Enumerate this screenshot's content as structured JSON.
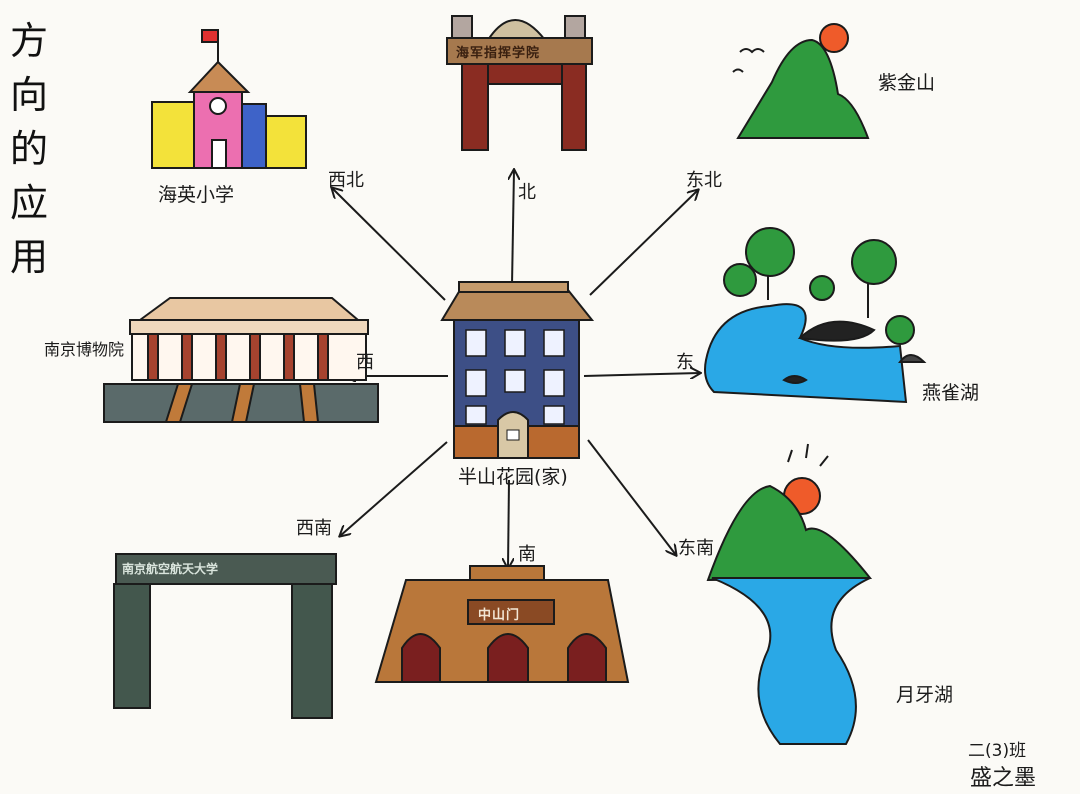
{
  "title": "方向的应用",
  "center": {
    "label": "半山花园(家)"
  },
  "directions": {
    "north": "北",
    "south": "南",
    "east": "东",
    "west": "西",
    "northeast": "东北",
    "northwest": "西北",
    "southeast": "东南",
    "southwest": "西南"
  },
  "places": {
    "north": "",
    "northeast": "紫金山",
    "northwest": "海英小学",
    "east": "燕雀湖",
    "west": "南京博物院",
    "southeast": "月牙湖",
    "south": "",
    "southwest": ""
  },
  "signs": {
    "north_gate": "海军指挥学院",
    "south_gate": "中山门",
    "southwest_gate": "南京航空航天大学"
  },
  "credit": {
    "class": "二(3)班",
    "name": "盛之墨"
  },
  "colors": {
    "ink": "#1b1b1b",
    "water": "#2aa8e6",
    "grass": "#2f9a3e",
    "sun": "#ef5b2a",
    "house_body": "#3d4f86",
    "house_base": "#b9692f"
  }
}
